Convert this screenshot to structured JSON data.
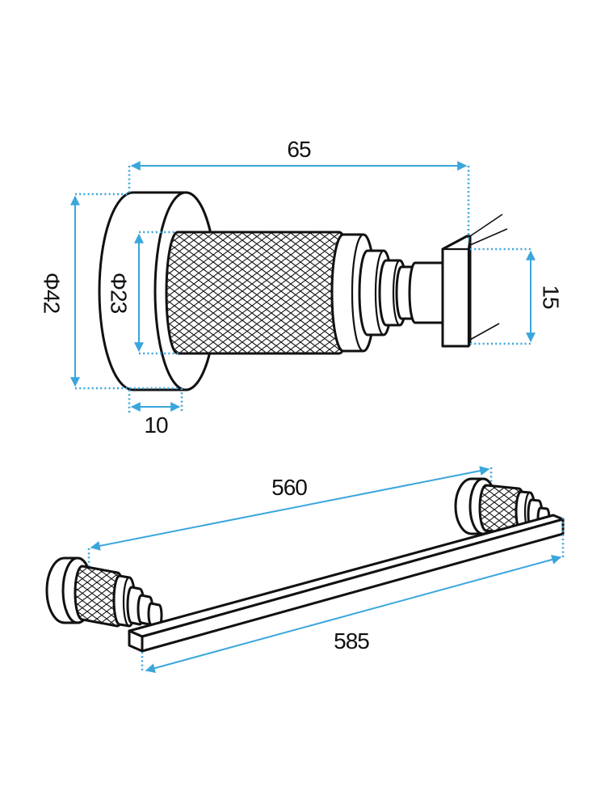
{
  "labels": {
    "top_length": "65",
    "base_diameter": "Φ42",
    "rod_diameter": "Φ23",
    "mount_height": "15",
    "base_thickness": "10",
    "bar_center_distance": "560",
    "bar_total_length": "585"
  },
  "colors": {
    "dimension": "#3aa6dc",
    "outline": "#111111"
  }
}
